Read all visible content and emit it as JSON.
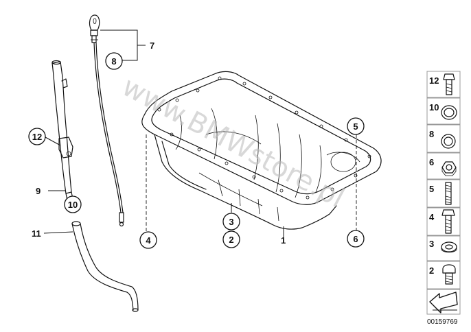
{
  "diagram": {
    "watermark": "www.BMWstore.pl",
    "code": "00159769",
    "callouts": {
      "c1": "1",
      "c2": "2",
      "c3": "3",
      "c4": "4",
      "c5": "5",
      "c6": "6",
      "c7": "7",
      "c8": "8",
      "c9": "9",
      "c10": "10",
      "c11": "11",
      "c12": "12"
    },
    "legend": [
      {
        "num": "12",
        "icon": "hex-bolt-icon"
      },
      {
        "num": "10",
        "icon": "sealing-ring-icon"
      },
      {
        "num": "8",
        "icon": "o-ring-icon"
      },
      {
        "num": "6",
        "icon": "hex-nut-icon"
      },
      {
        "num": "5",
        "icon": "stud-icon"
      },
      {
        "num": "4",
        "icon": "hex-bolt-icon"
      },
      {
        "num": "3",
        "icon": "washer-icon"
      },
      {
        "num": "2",
        "icon": "drain-plug-icon"
      }
    ]
  }
}
